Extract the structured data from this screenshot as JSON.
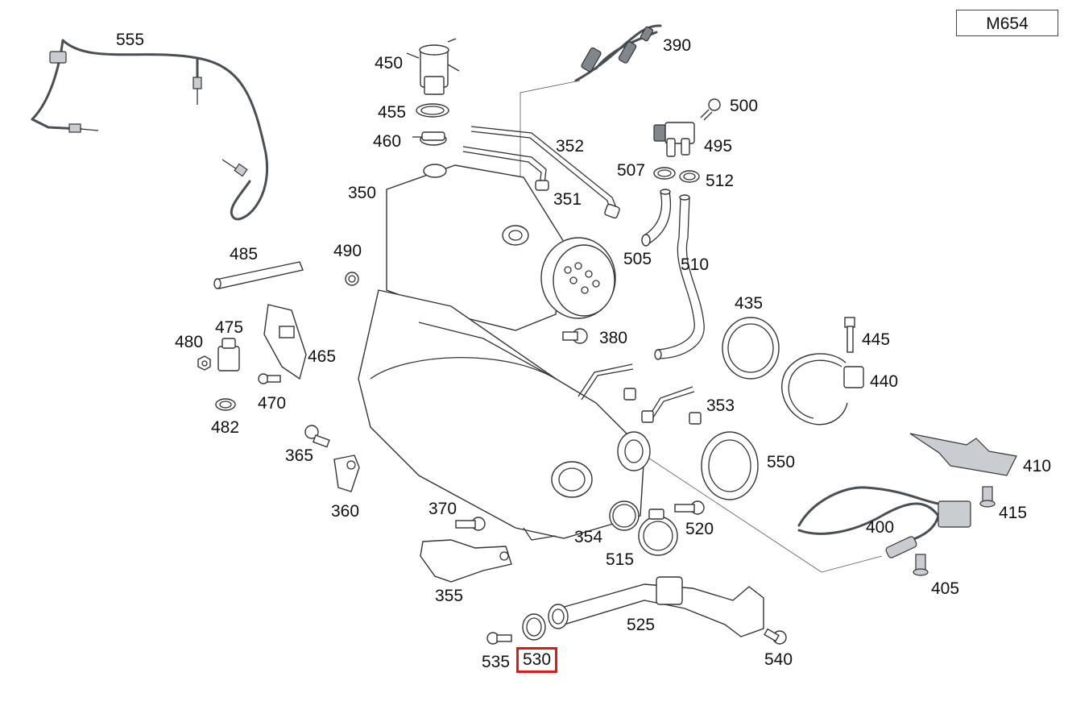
{
  "model_code": "M654",
  "highlighted_part": "530",
  "labels": [
    "555",
    "450",
    "455",
    "460",
    "390",
    "352",
    "500",
    "495",
    "507",
    "512",
    "350",
    "351",
    "505",
    "510",
    "485",
    "490",
    "435",
    "445",
    "475",
    "480",
    "465",
    "380",
    "440",
    "470",
    "482",
    "353",
    "365",
    "550",
    "410",
    "360",
    "370",
    "520",
    "415",
    "354",
    "400",
    "515",
    "355",
    "405",
    "525",
    "535",
    "530",
    "540"
  ]
}
